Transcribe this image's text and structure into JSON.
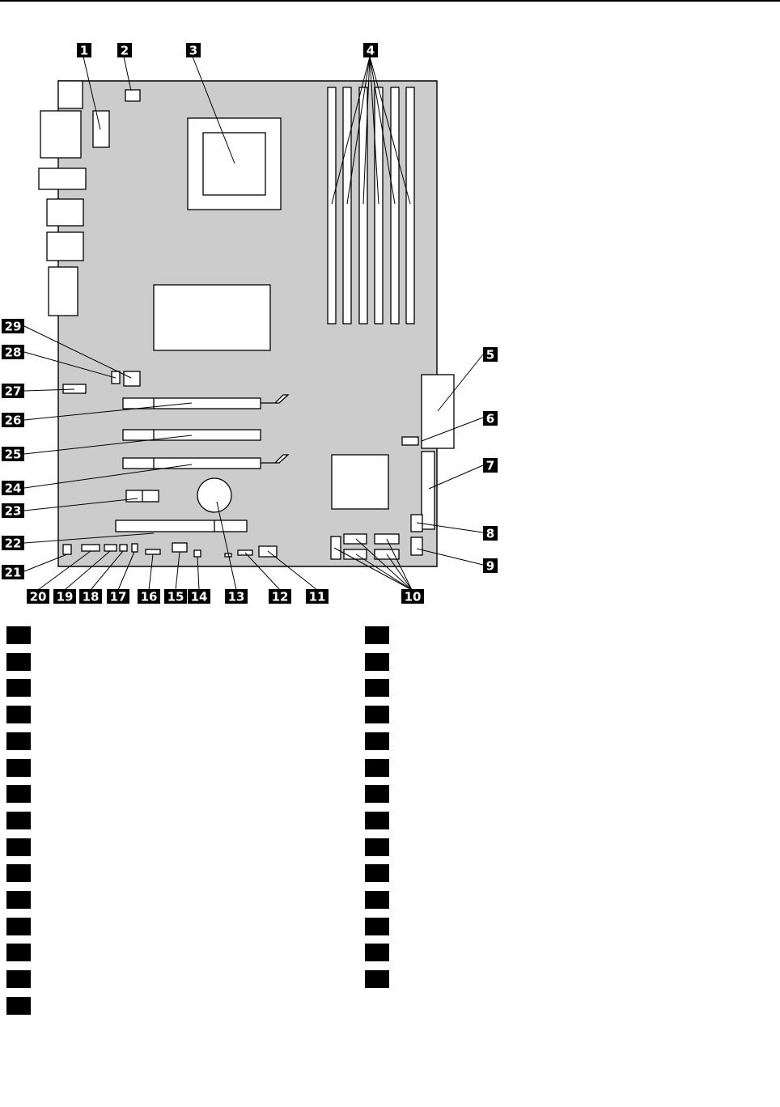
{
  "callouts": [
    "1",
    "2",
    "3",
    "4",
    "5",
    "6",
    "7",
    "8",
    "9",
    "10",
    "11",
    "12",
    "13",
    "14",
    "15",
    "16",
    "17",
    "18",
    "19",
    "20",
    "21",
    "22",
    "23",
    "24",
    "25",
    "26",
    "27",
    "28",
    "29"
  ],
  "legend": {
    "left": [
      "",
      "",
      "",
      "",
      "",
      "",
      "",
      "",
      "",
      "",
      "",
      "",
      "",
      "",
      ""
    ],
    "right": [
      "",
      "",
      "",
      "",
      "",
      "",
      "",
      "",
      "",
      "",
      "",
      "",
      "",
      ""
    ]
  },
  "colors": {
    "board": "#cccccc",
    "outline": "#000000",
    "component": "#ffffff"
  }
}
